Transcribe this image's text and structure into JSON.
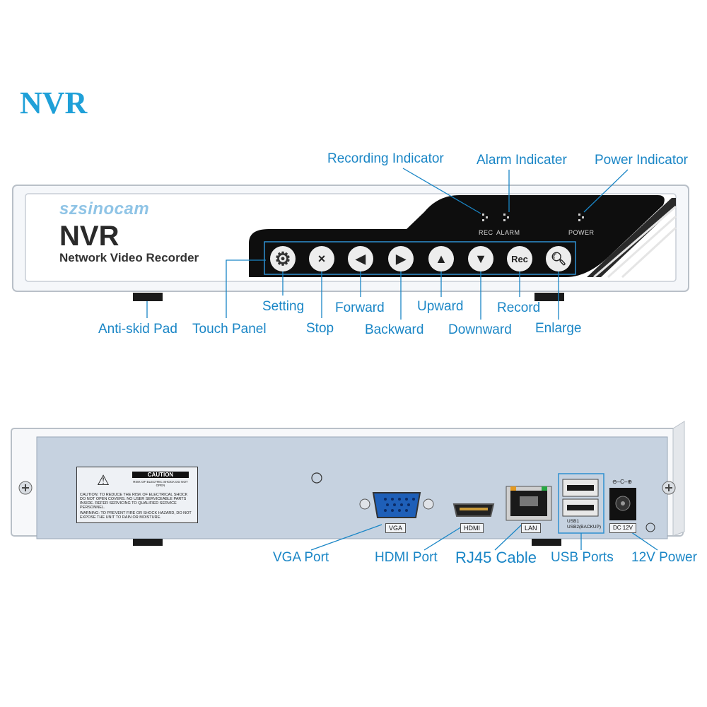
{
  "title": "NVR",
  "front": {
    "brand": "szsinocam",
    "model": "NVR",
    "subtitle": "Network Video Recorder",
    "leds": [
      "REC",
      "ALARM",
      "POWER"
    ],
    "button_glyphs": {
      "stop": "×",
      "record": "Rec"
    }
  },
  "callouts_front": {
    "recording_indicator": "Recording Indicator",
    "alarm_indicator": "Alarm Indicater",
    "power_indicator": "Power Indicator",
    "setting": "Setting",
    "forward": "Forward",
    "upward": "Upward",
    "record": "Record",
    "anti_skid_pad": "Anti-skid Pad",
    "touch_panel": "Touch Panel",
    "stop": "Stop",
    "backward": "Backward",
    "downward": "Downward",
    "enlarge": "Enlarge"
  },
  "back": {
    "caution_title": "CAUTION",
    "caution_small": "RISK OF ELECTRIC SHOCK DO NOT OPEN",
    "caution_text1": "CAUTION: TO REDUCE THE RISK OF ELECTRICAL SHOCK DO NOT OPEN COVERS. NO USER SERVICEABLE PARTS INSIDE. REFER SERVICING TO QUALIFIED SERVICE PERSONNEL.",
    "caution_text2": "WARNING: TO PREVENT FIRE OR SHOCK HAZARD, DO NOT EXPOSE THE UNIT TO RAIN OR MOISTURE.",
    "port_tags": {
      "vga": "VGA",
      "hdmi": "HDMI",
      "lan": "LAN",
      "usb1": "USB1",
      "usb2": "USB2(BACKUP)",
      "dc": "DC 12V"
    }
  },
  "callouts_back": {
    "vga_port": "VGA Port",
    "hdmi_port": "HDMI Port",
    "rj45_cable": "RJ45 Cable",
    "usb_ports": "USB Ports",
    "power_12v": "12V Power"
  },
  "colors": {
    "accent": "#1a86c6",
    "title": "#1fa0d8",
    "panel": "#0e0e0e",
    "back_plate": "#c6d2e0"
  }
}
